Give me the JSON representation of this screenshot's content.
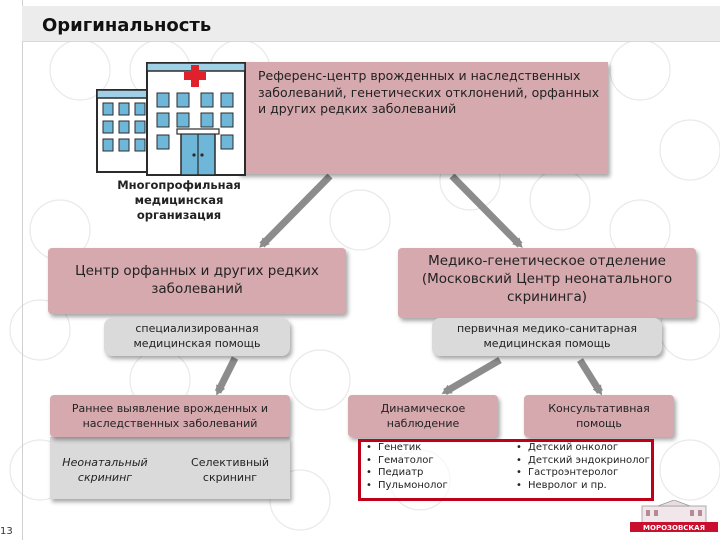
{
  "slide": {
    "title": "Оригинальность",
    "page_number": "13"
  },
  "hospital_icon": "hospital-building-icon",
  "reference_center": "Референс-центр врожденных и наследственных заболеваний, генетических отклонений, орфанных и других редких заболеваний",
  "multiprofile_org": "Многопрофильная медицинская организация",
  "orphan_center": {
    "title": "Центр орфанных и других редких заболеваний",
    "care": "специализированная медицинская помощь"
  },
  "medgen_dept": {
    "title": "Медико-генетическое отделение (Московский Центр неонатального скрининга)",
    "care": "первичная медико-санитарная медицинская помощь"
  },
  "early_detection": {
    "title": "Раннее выявление врожденных и наследственных заболеваний",
    "neonatal": "Неонатальный скрининг",
    "selective": "Селективный скрининг"
  },
  "dynamic_observation": {
    "title": "Динамическое наблюдение",
    "items": [
      "Генетик",
      "Гематолог",
      "Педиатр",
      "Пульмонолог"
    ]
  },
  "consultative_help": {
    "title": "Консультативная помощь",
    "items": [
      "Детский онколог",
      "Детский эндокринолог",
      "Гастроэнтеролог",
      "Невролог и пр."
    ]
  },
  "logo": {
    "icon": "morozovskaya-hospital-logo",
    "text": "МОРОЗОВСКАЯ"
  },
  "colors": {
    "pink_box": "#d6a9ae",
    "grey_box": "#dadada",
    "arrow": "#8c8c8c",
    "highlight_border": "#c00018"
  }
}
